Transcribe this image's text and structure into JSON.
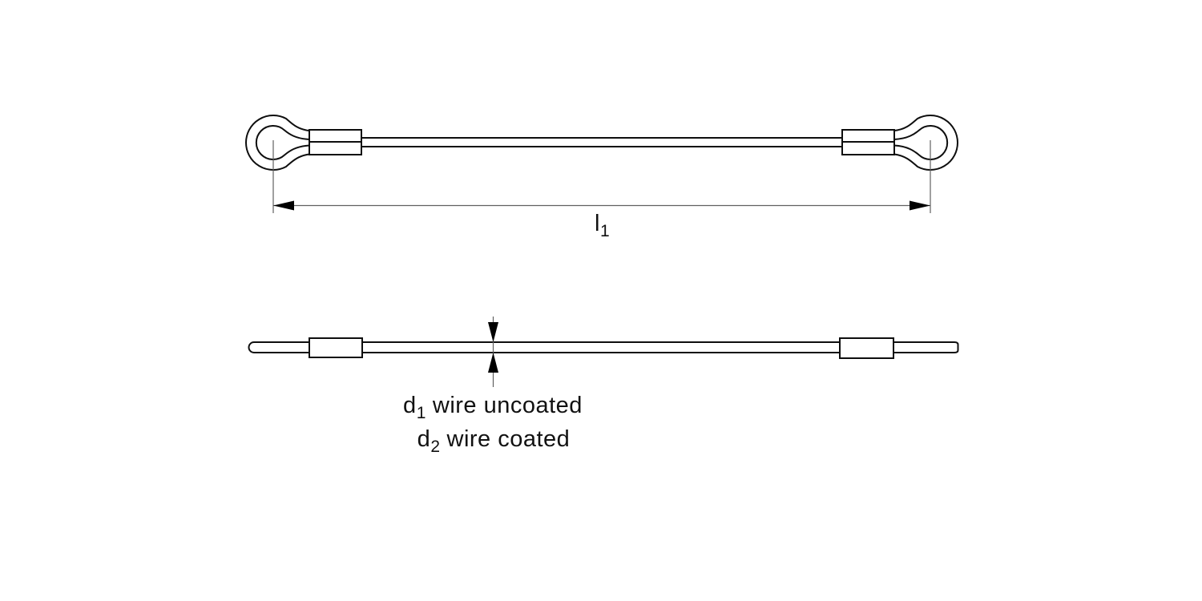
{
  "colors": {
    "background": "#ffffff",
    "line": "#0e0e0e",
    "thin_line": "#606060",
    "arrow_fill": "#000000",
    "text": "#111111"
  },
  "top_view": {
    "length_label": {
      "base": "l",
      "sub": "1"
    }
  },
  "side_view": {
    "d1_label": {
      "base": "d",
      "sub": "1",
      "rest": "wire uncoated"
    },
    "d2_label": {
      "base": "d",
      "sub": "2",
      "rest": "wire coated"
    }
  }
}
